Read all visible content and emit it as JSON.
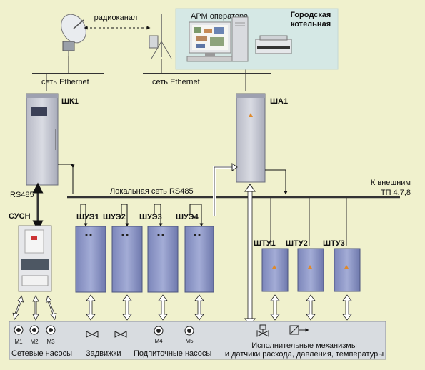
{
  "top": {
    "radio_label": "радиоканал",
    "ethernet_left": "сеть Ethernet",
    "ethernet_right": "сеть Ethernet",
    "arm_label": "АРМ оператора",
    "boiler_label_1": "Городская",
    "boiler_label_2": "котельная"
  },
  "cabinets": {
    "shk1": "ШК1",
    "sha1": "ША1",
    "susn": "СУСН",
    "shue": [
      "ШУЭ1",
      "ШУЭ2",
      "ШУЭ3",
      "ШУЭ4"
    ],
    "shtu": [
      "ШТУ1",
      "ШТУ2",
      "ШТУ3"
    ]
  },
  "network": {
    "rs485": "RS485",
    "local_net": "Локальная сеть RS485",
    "external_1": "К внешним",
    "external_2": "ТП 4,7,8"
  },
  "bottom": {
    "motors": [
      "М1",
      "М2",
      "М3",
      "М4",
      "М5"
    ],
    "group_network_pumps": "Сетевые насосы",
    "group_valves": "Задвижки",
    "group_makeup_pumps": "Подпиточные насосы",
    "group_actuators_1": "Исполнительные механизмы",
    "group_actuators_2": "и датчики расхода, давления, температуры"
  },
  "colors": {
    "background": "#f0f1cd",
    "operator_panel": "#d5e8e5",
    "bottom_panel": "#d8dce0",
    "cabinet_grey": "#c7c9d2",
    "cabinet_blue": "#8d96c6"
  }
}
